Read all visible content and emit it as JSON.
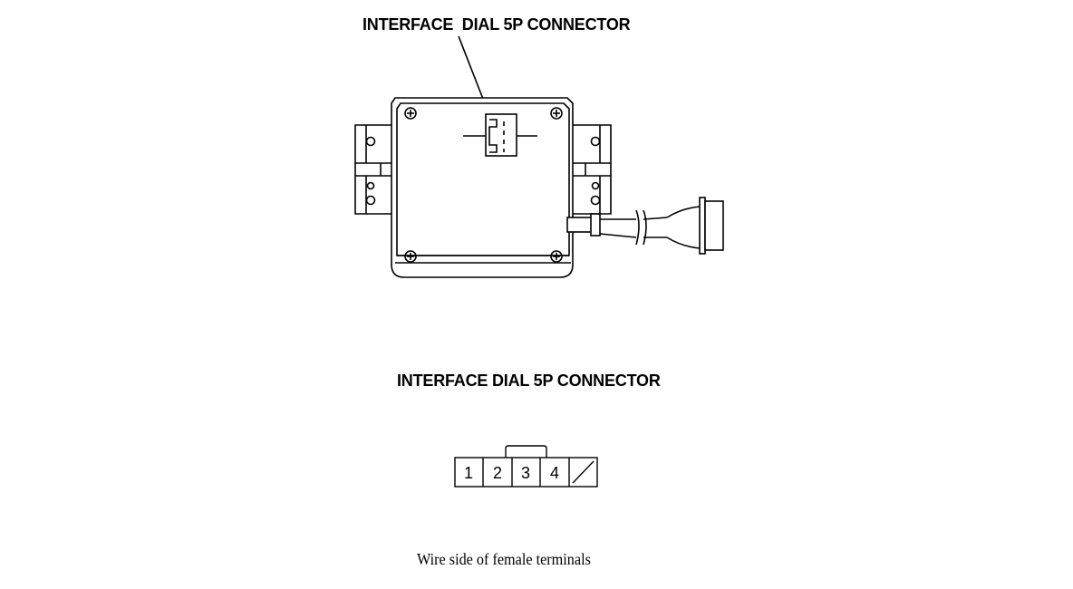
{
  "diagram": {
    "unit_callout": "INTERFACE  DIAL 5P CONNECTOR",
    "connector_title": "INTERFACE DIAL 5P CONNECTOR",
    "caption": "Wire side of female terminals",
    "pins": [
      "1",
      "2",
      "3",
      "4"
    ]
  }
}
